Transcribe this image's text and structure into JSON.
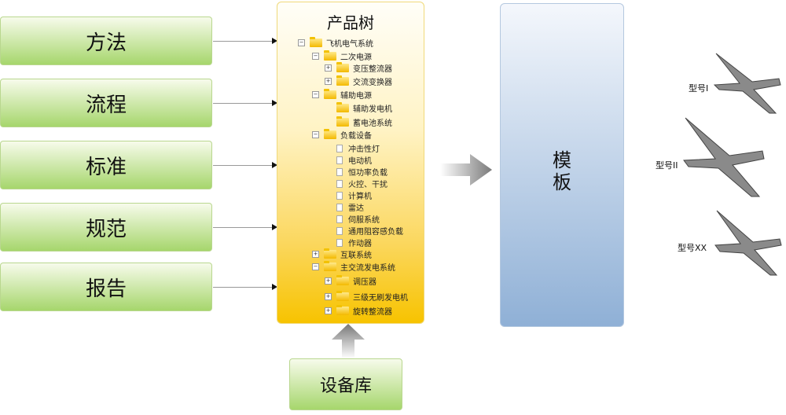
{
  "left_boxes": [
    "方法",
    "流程",
    "标准",
    "规范",
    "报告"
  ],
  "tree": {
    "title": "产品树",
    "rows": [
      {
        "label": "飞机电气系统",
        "level": 0,
        "toggle": "-",
        "icon": "folder"
      },
      {
        "label": "二次电源",
        "level": 1,
        "toggle": "-",
        "icon": "folder"
      },
      {
        "label": "变压整流器",
        "level": 2,
        "toggle": "+",
        "icon": "folder"
      },
      {
        "label": "交流变换器",
        "level": 2,
        "toggle": "+",
        "icon": "folder"
      },
      {
        "label": "辅助电源",
        "level": 1,
        "toggle": "-",
        "icon": "folder"
      },
      {
        "label": "辅助发电机",
        "level": 2,
        "toggle": "",
        "icon": "folder"
      },
      {
        "label": "蓄电池系统",
        "level": 2,
        "toggle": "",
        "icon": "folder"
      },
      {
        "label": "负载设备",
        "level": 1,
        "toggle": "-",
        "icon": "folder"
      },
      {
        "label": "冲击性灯",
        "level": 2,
        "toggle": "",
        "icon": "doc"
      },
      {
        "label": "电动机",
        "level": 2,
        "toggle": "",
        "icon": "doc"
      },
      {
        "label": "恒功率负载",
        "level": 2,
        "toggle": "",
        "icon": "doc"
      },
      {
        "label": "火控、干扰",
        "level": 2,
        "toggle": "",
        "icon": "doc"
      },
      {
        "label": "计算机",
        "level": 2,
        "toggle": "",
        "icon": "doc"
      },
      {
        "label": "雷达",
        "level": 2,
        "toggle": "",
        "icon": "doc"
      },
      {
        "label": "伺服系统",
        "level": 2,
        "toggle": "",
        "icon": "doc"
      },
      {
        "label": "通用阻容感负载",
        "level": 2,
        "toggle": "",
        "icon": "doc"
      },
      {
        "label": "作动器",
        "level": 2,
        "toggle": "",
        "icon": "doc"
      },
      {
        "label": "互联系统",
        "level": 1,
        "toggle": "+",
        "icon": "folder"
      },
      {
        "label": "主交流发电系统",
        "level": 1,
        "toggle": "-",
        "icon": "folder"
      },
      {
        "label": "调压器",
        "level": 2,
        "toggle": "+",
        "icon": "folder"
      },
      {
        "label": "三级无刷发电机",
        "level": 2,
        "toggle": "+",
        "icon": "folder"
      },
      {
        "label": "旋转整流器",
        "level": 2,
        "toggle": "+",
        "icon": "folder"
      }
    ]
  },
  "template_label": "模板",
  "equipment_label": "设备库",
  "planes": [
    "型号I",
    "型号II",
    "型号XX"
  ]
}
